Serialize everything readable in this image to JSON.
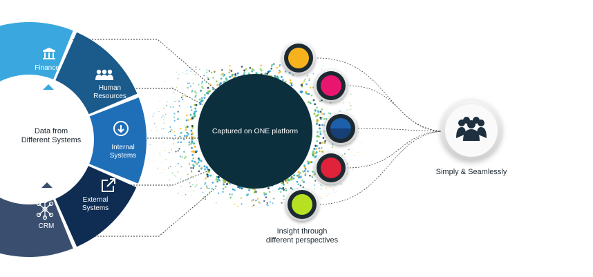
{
  "colors": {
    "finance": "#3aa8de",
    "human_resources": "#1a5b8c",
    "internal_systems": "#1f6fb8",
    "external_systems": "#0f2d52",
    "crm": "#3a4f70",
    "platform": "#0c2f3d",
    "dot_1": "#f6b21a",
    "dot_2": "#e8176e",
    "dot_3": "#1f5faa",
    "dot_4": "#e0203b",
    "dot_5": "#b6e020",
    "connector": "#333333"
  },
  "left_wheel": {
    "center_label": "Data from\nDifferent Systems",
    "segments": [
      {
        "label": "Finance",
        "icon": "bank-icon"
      },
      {
        "label": "Human\nResources",
        "icon": "people-icon"
      },
      {
        "label": "Internal\nSystems",
        "icon": "download-circle-icon"
      },
      {
        "label": "External\nSystems",
        "icon": "external-link-icon"
      },
      {
        "label": "CRM",
        "icon": "network-icon"
      }
    ]
  },
  "platform": {
    "label": "Captured on ONE platform"
  },
  "perspectives": {
    "caption": "Insight through\ndifferent perspectives",
    "count": 5
  },
  "result": {
    "label": "Simply & Seamlessly",
    "icon": "group-icon"
  }
}
